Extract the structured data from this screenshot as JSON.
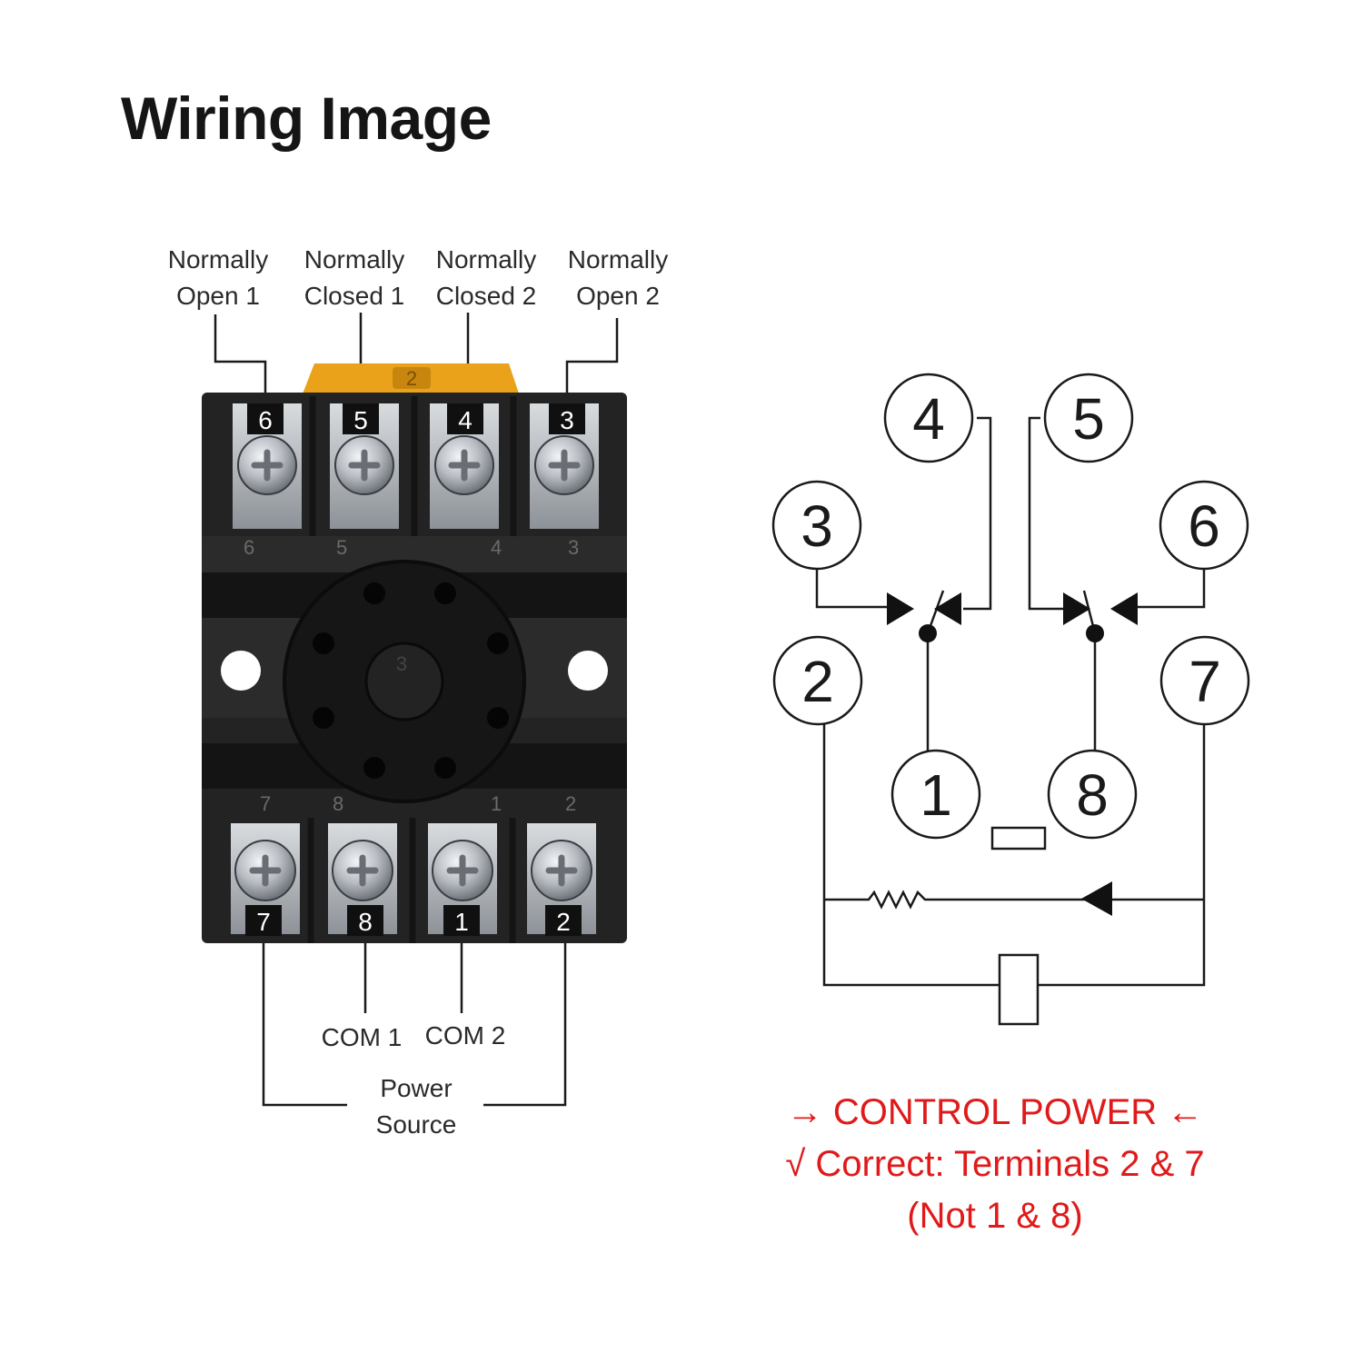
{
  "title": "Wiring Image",
  "relay_base": {
    "top_labels": [
      {
        "line1": "Normally",
        "line2": "Open 1"
      },
      {
        "line1": "Normally",
        "line2": "Closed 1"
      },
      {
        "line1": "Normally",
        "line2": "Closed 2"
      },
      {
        "line1": "Normally",
        "line2": "Open 2"
      }
    ],
    "top_terminals": [
      "6",
      "5",
      "4",
      "3"
    ],
    "bottom_terminals": [
      "7",
      "8",
      "1",
      "2"
    ],
    "body_top_marks": [
      "6",
      "5",
      "4",
      "3"
    ],
    "body_bottom_marks": [
      "7",
      "8",
      "1",
      "2"
    ],
    "socket_mark": "3",
    "clip_mark": "2",
    "bottom_labels": {
      "com1": "COM 1",
      "com2": "COM 2"
    },
    "power_source": {
      "line1": "Power",
      "line2": "Source"
    }
  },
  "schematic": {
    "terminals": [
      "1",
      "2",
      "3",
      "4",
      "5",
      "6",
      "7",
      "8"
    ]
  },
  "note": {
    "line1": "→ CONTROL POWER ←",
    "line2": "√ Correct: Terminals 2 & 7",
    "line3": "(Not 1 & 8)"
  },
  "colors": {
    "accent_red": "#e01a1a",
    "socket_body": "#1f1f1f",
    "clip_orange": "#e9a21a",
    "screw_metal": "#b8bcc2"
  }
}
